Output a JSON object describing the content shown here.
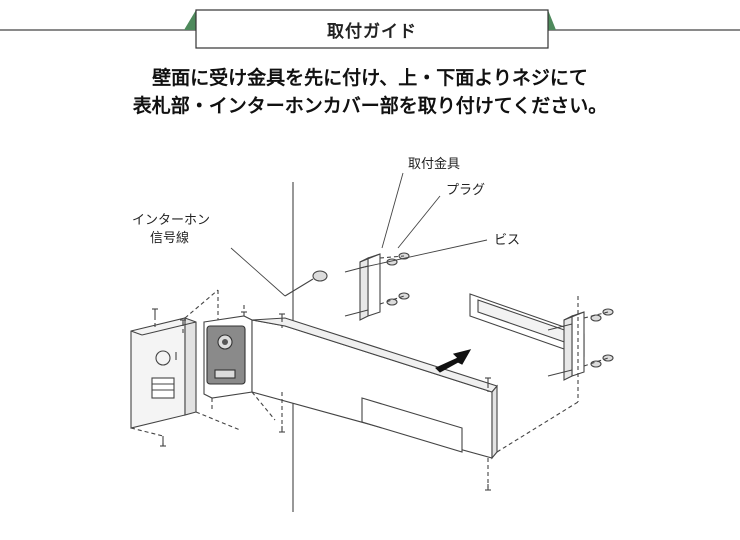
{
  "header": {
    "title": "取付ガイド"
  },
  "instruction": {
    "line1": "壁面に受け金具を先に付け、上・下面よりネジにて",
    "line2": "表札部・インターホンカバー部を取り付けてください。"
  },
  "labels": {
    "bracket": "取付金具",
    "plug": "プラグ",
    "screw": "ビス",
    "intercom_line1": "インターホン",
    "intercom_line2": "信号線"
  },
  "colors": {
    "line": "#444444",
    "accent_green": "#4e8a5c",
    "panel_fill": "#f4f4f4",
    "intercom_body": "#8a8a8a"
  }
}
